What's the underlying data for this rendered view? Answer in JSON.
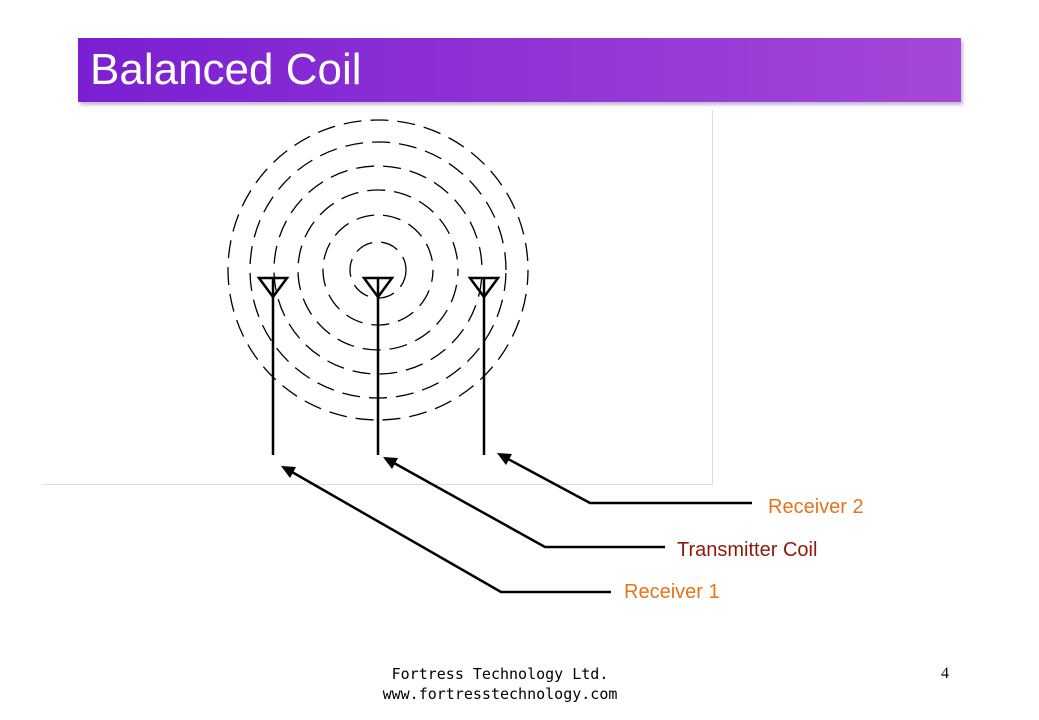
{
  "slide": {
    "title": "Balanced Coil",
    "page_number": "4"
  },
  "footer": {
    "company": "Fortress Technology Ltd.",
    "website": "www.fortresstechnology.com"
  },
  "diagram": {
    "labels": {
      "receiver_2": "Receiver 2",
      "transmitter_coil": "Transmitter Coil",
      "receiver_1": "Receiver 1"
    },
    "colors": {
      "receiver": "#e8731a",
      "transmitter": "#8b1a0c",
      "title_gradient_start": "#7a1fd2",
      "title_gradient_end": "#a547d8"
    }
  }
}
